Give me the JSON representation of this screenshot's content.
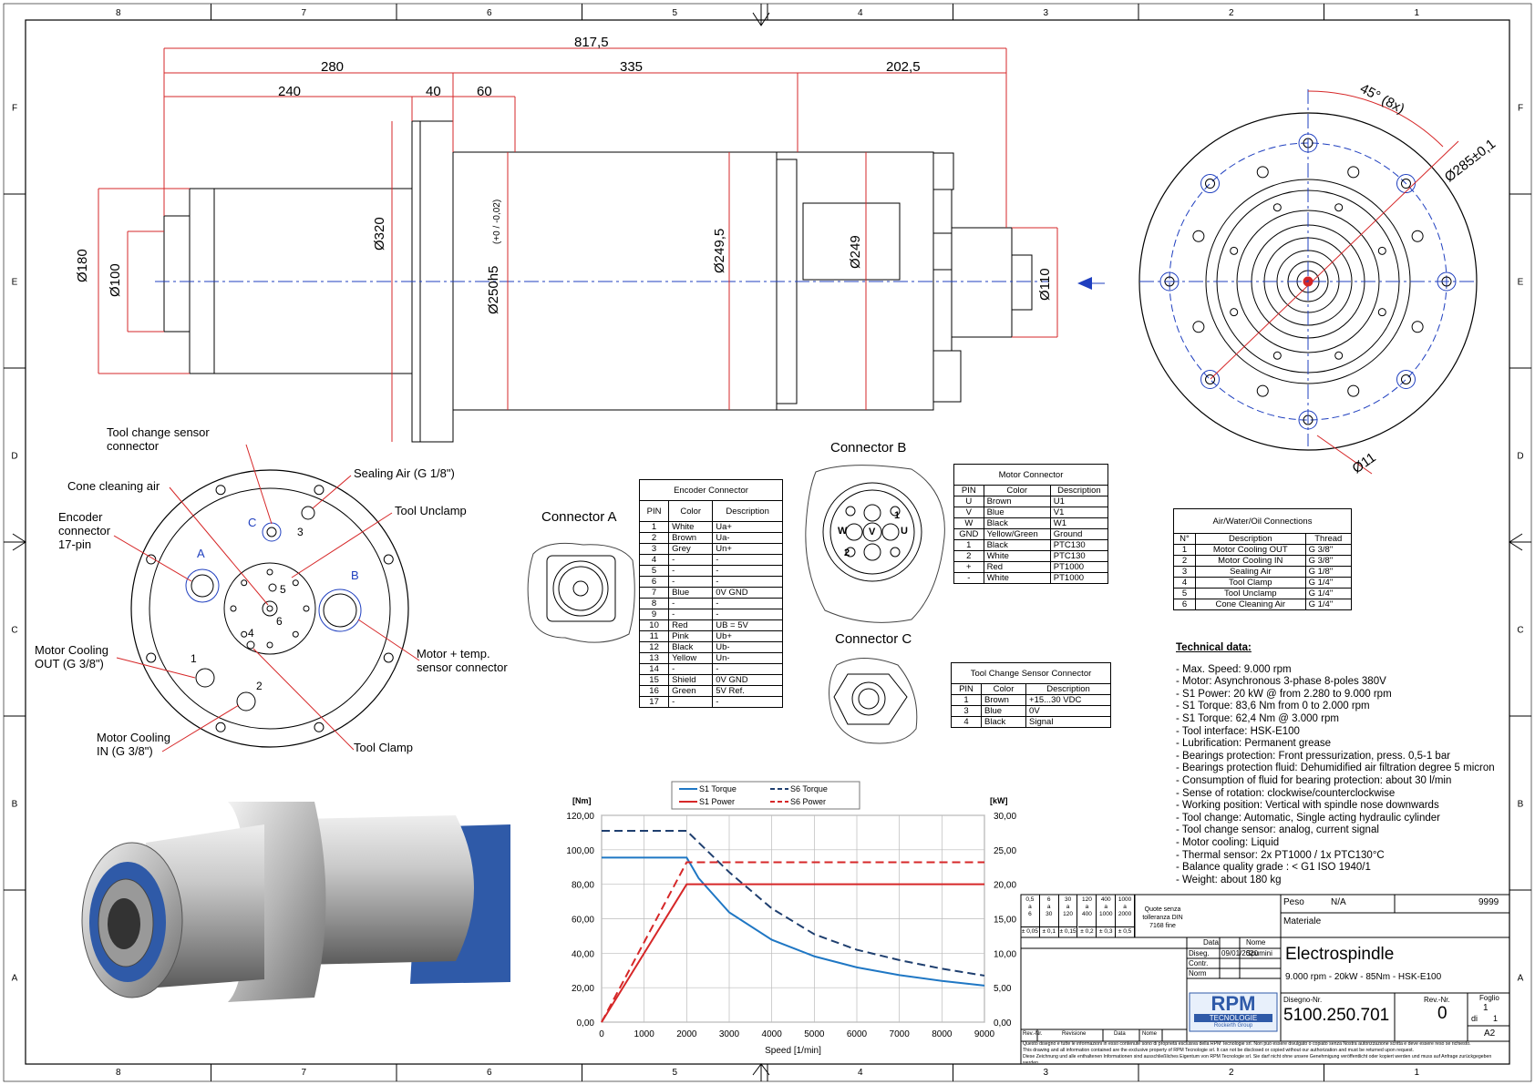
{
  "frame": {
    "col_marks": [
      "8",
      "7",
      "6",
      "5",
      "4",
      "3",
      "2",
      "1"
    ],
    "row_marks": [
      "F",
      "E",
      "D",
      "C",
      "B",
      "A"
    ]
  },
  "side_view": {
    "dims_top": [
      "817,5",
      "280",
      "335",
      "202,5",
      "240",
      "40",
      "60"
    ],
    "dims_dia": [
      "Ø180",
      "Ø100",
      "Ø320",
      "Ø250h5",
      "(+0 / -0,02)",
      "Ø249,5",
      "Ø249",
      "Ø110"
    ]
  },
  "front_view": {
    "angle": "45° (8x)",
    "pcd": "Ø285±0,1",
    "hole": "Ø11"
  },
  "rear_view": {
    "labels": {
      "tool_change_sensor": [
        "Tool change sensor",
        "connector"
      ],
      "cone_cleaning": "Cone cleaning air",
      "sealing_air": "Sealing Air (G 1/8\")",
      "encoder": [
        "Encoder",
        "connector",
        "17-pin"
      ],
      "tool_unclamp": "Tool Unclamp",
      "motor_cooling_out": [
        "Motor Cooling",
        "OUT (G 3/8\")"
      ],
      "motor_temp": [
        "Motor + temp.",
        "sensor connector"
      ],
      "motor_cooling_in": [
        "Motor Cooling",
        "IN (G 3/8\")"
      ],
      "tool_clamp": "Tool Clamp"
    },
    "letters": [
      "A",
      "B",
      "C"
    ],
    "numbers": [
      "1",
      "2",
      "3",
      "4",
      "5",
      "6"
    ]
  },
  "connectors": {
    "a_title": "Connector A",
    "b_title": "Connector B",
    "c_title": "Connector C",
    "b_pins": [
      "W",
      "V",
      "U",
      "1",
      "2"
    ]
  },
  "encoder_table": {
    "title": "Encoder Connector",
    "headers": [
      "PIN",
      "Color",
      "Description"
    ],
    "rows": [
      [
        "1",
        "White",
        "Ua+"
      ],
      [
        "2",
        "Brown",
        "Ua-"
      ],
      [
        "3",
        "Grey",
        "Un+"
      ],
      [
        "4",
        "-",
        "-"
      ],
      [
        "5",
        "-",
        "-"
      ],
      [
        "6",
        "-",
        "-"
      ],
      [
        "7",
        "Blue",
        "0V GND"
      ],
      [
        "8",
        "-",
        "-"
      ],
      [
        "9",
        "-",
        "-"
      ],
      [
        "10",
        "Red",
        "UB = 5V"
      ],
      [
        "11",
        "Pink",
        "Ub+"
      ],
      [
        "12",
        "Black",
        "Ub-"
      ],
      [
        "13",
        "Yellow",
        "Un-"
      ],
      [
        "14",
        "-",
        "-"
      ],
      [
        "15",
        "Shield",
        "0V GND"
      ],
      [
        "16",
        "Green",
        "5V Ref."
      ],
      [
        "17",
        "-",
        "-"
      ]
    ]
  },
  "motor_table": {
    "title": "Motor Connector",
    "headers": [
      "PIN",
      "Color",
      "Description"
    ],
    "rows": [
      [
        "U",
        "Brown",
        "U1"
      ],
      [
        "V",
        "Blue",
        "V1"
      ],
      [
        "W",
        "Black",
        "W1"
      ],
      [
        "GND",
        "Yellow/Green",
        "Ground"
      ],
      [
        "1",
        "Black",
        "PTC130"
      ],
      [
        "2",
        "White",
        "PTC130"
      ],
      [
        "+",
        "Red",
        "PT1000"
      ],
      [
        "-",
        "White",
        "PT1000"
      ]
    ]
  },
  "sensor_table": {
    "title": "Tool Change Sensor Connector",
    "headers": [
      "PIN",
      "Color",
      "Description"
    ],
    "rows": [
      [
        "1",
        "Brown",
        "+15...30 VDC"
      ],
      [
        "3",
        "Blue",
        "0V"
      ],
      [
        "4",
        "Black",
        "Signal"
      ]
    ]
  },
  "fluid_table": {
    "title": "Air/Water/Oil Connections",
    "headers": [
      "N°",
      "Description",
      "Thread"
    ],
    "rows": [
      [
        "1",
        "Motor Cooling OUT",
        "G 3/8\""
      ],
      [
        "2",
        "Motor Cooling IN",
        "G 3/8\""
      ],
      [
        "3",
        "Sealing Air",
        "G 1/8\""
      ],
      [
        "4",
        "Tool Clamp",
        "G 1/4\""
      ],
      [
        "5",
        "Tool Unclamp",
        "G 1/4\""
      ],
      [
        "6",
        "Cone Cleaning Air",
        "G 1/4\""
      ]
    ]
  },
  "tech_data": {
    "heading": "Technical data:",
    "lines": [
      "- Max. Speed: 9.000 rpm",
      "- Motor: Asynchronous 3-phase 8-poles 380V",
      "- S1 Power: 20 kW @ from 2.280 to 9.000 rpm",
      "- S1 Torque: 83,6 Nm from 0 to 2.000 rpm",
      "- S1 Torque: 62,4 Nm @ 3.000 rpm",
      "- Tool interface: HSK-E100",
      "- Lubrification: Permanent grease",
      "- Bearings protection: Front pressurization, press. 0,5-1 bar",
      "- Bearings protection fluid: Dehumidified air filtration degree 5 micron",
      "- Consumption of fluid for bearing protection: about 30 l/min",
      "- Sense of rotation: clockwise/counterclockwise",
      "- Working position: Vertical with spindle nose downwards",
      "- Tool change: Automatic, Single acting hydraulic cylinder",
      "- Tool change sensor: analog, current signal",
      "- Motor cooling: Liquid",
      "- Thermal sensor:  2x PT1000 / 1x PTC130°C",
      "- Balance quality grade : < G1 ISO 1940/1",
      "- Weight: about 180 kg"
    ]
  },
  "chart_data": {
    "type": "line",
    "xlabel": "Speed [1/min]",
    "ylabel_left": "[Nm]",
    "ylabel_right": "[kW]",
    "x_ticks": [
      "0",
      "1000",
      "2000",
      "3000",
      "4000",
      "5000",
      "6000",
      "7000",
      "8000",
      "9000"
    ],
    "y_left_ticks": [
      "0,00",
      "20,00",
      "40,00",
      "60,00",
      "80,00",
      "100,00",
      "120,00"
    ],
    "y_right_ticks": [
      "0,00",
      "5,00",
      "10,00",
      "15,00",
      "20,00",
      "25,00",
      "30,00"
    ],
    "xlim": [
      0,
      9000
    ],
    "ylim_left": [
      0,
      120
    ],
    "ylim_right": [
      0,
      30
    ],
    "legend": [
      "S1 Torque",
      "S6 Torque",
      "S1 Power",
      "S6 Power"
    ],
    "colors": {
      "torque": "#1f77c4",
      "torque_s6": "#1f3f6f",
      "power": "#d62728"
    },
    "series": [
      {
        "name": "S1 Torque",
        "axis": "left",
        "style": "solid",
        "color": "#1f77c4",
        "x": [
          0,
          2000,
          2280,
          3000,
          4000,
          5000,
          6000,
          7000,
          8000,
          9000
        ],
        "y": [
          95.5,
          95.5,
          83.6,
          63.7,
          47.8,
          38.2,
          31.8,
          27.3,
          23.9,
          21.2
        ]
      },
      {
        "name": "S6 Torque",
        "axis": "left",
        "style": "dashed",
        "color": "#1f3f6f",
        "x": [
          0,
          2000,
          3000,
          4000,
          5000,
          6000,
          7000,
          8000,
          9000
        ],
        "y": [
          111,
          111,
          87,
          66,
          51,
          42,
          36,
          31,
          27
        ]
      },
      {
        "name": "S1 Power",
        "axis": "right",
        "style": "solid",
        "color": "#d62728",
        "x": [
          0,
          2000,
          2280,
          9000
        ],
        "y": [
          0,
          20,
          20,
          20
        ]
      },
      {
        "name": "S6 Power",
        "axis": "right",
        "style": "dashed",
        "color": "#d62728",
        "x": [
          0,
          2000,
          2280,
          9000
        ],
        "y": [
          0,
          23.2,
          23.2,
          23.2
        ]
      }
    ]
  },
  "title_block": {
    "tol_heads": [
      "0,5\na\n6",
      "6\na\n30",
      "30\na\n120",
      "120\na\n400",
      "400\na\n1000",
      "1000\na\n2000"
    ],
    "tol_vals": [
      "± 0,05",
      "± 0,1",
      "± 0,15",
      "± 0,2",
      "± 0,3",
      "± 0,5"
    ],
    "tol_note": "Quote senza tolleranza DIN 7168 fine",
    "peso_label": "Peso",
    "peso_val": "N/A",
    "peso_num": "9999",
    "materiale": "Materiale",
    "data_label": "Data",
    "nome_label": "Nome",
    "diseg": "Diseg.",
    "diseg_date": "09/01/2020",
    "diseg_name": "Spumini",
    "contr": "Contr.",
    "norm": "Norm",
    "title": "Electrospindle",
    "subtitle": "9.000 rpm - 20kW - 85Nm - HSK-E100",
    "logo": "RPM",
    "logo_sub": "TECNOLOGIE",
    "logo_group": "Rockerth Group",
    "disegno_label": "Disegno-Nr.",
    "disegno": "5100.250.701",
    "rev_label": "Rev.-Nr.",
    "rev": "0",
    "foglio_label": "Foglio",
    "foglio": "1",
    "di": "di",
    "di_val": "1",
    "format": "A2",
    "rev_row": [
      "Rev.-Nr.",
      "Revisione",
      "Data",
      "Nome"
    ],
    "disclaimer": [
      "Questo disegno e tutte le informazioni in esso contenute sono di proprietà esclusiva della RPM Tecnologie srl. Non può essere divulgato o copiato senza Nostra autorizzazione scritta e deve essere reso se richiesto.",
      "This drawing and all information contained are the exclusive property of RPM Tecnologie srl. It can not be disclosed or copied without our authorization and must be returned upon request.",
      "Diese Zeichnung und alle enthaltenen Informationen sind  ausschließliches Eigentum von RPM Tecnologie srl. Sie darf nicht ohne unsere Genehmigung veröffentlicht oder kopiert werden und muss auf Anfrage zurückgegeben werden."
    ]
  }
}
